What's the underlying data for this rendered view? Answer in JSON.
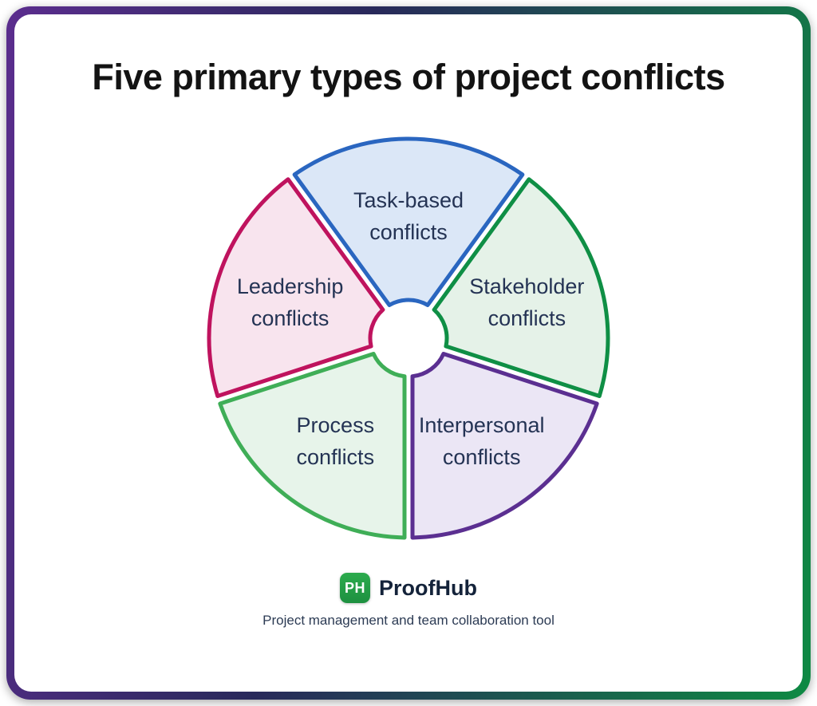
{
  "card": {
    "title": "Five primary types of project conflicts"
  },
  "chart_data": {
    "type": "pie",
    "title": "Five primary types of project conflicts",
    "equal_slices": true,
    "donut_hole": true,
    "label_color": "#243354",
    "segments": [
      {
        "label": "Task-based conflicts",
        "lines": [
          "Task-based",
          "conflicts"
        ],
        "value": 20,
        "mid_angle_deg": 90,
        "fill": "#dbe7f7",
        "stroke": "#2a66c0"
      },
      {
        "label": "Stakeholder conflicts",
        "lines": [
          "Stakeholder",
          "conflicts"
        ],
        "value": 20,
        "mid_angle_deg": 18,
        "fill": "#e5f2e8",
        "stroke": "#0f8f45"
      },
      {
        "label": "Interpersonal conflicts",
        "lines": [
          "Interpersonal",
          "conflicts"
        ],
        "value": 20,
        "mid_angle_deg": 306,
        "fill": "#ebe6f5",
        "stroke": "#5b2f91"
      },
      {
        "label": "Process conflicts",
        "lines": [
          "Process",
          "conflicts"
        ],
        "value": 20,
        "mid_angle_deg": 234,
        "fill": "#e7f4ea",
        "stroke": "#3fae57"
      },
      {
        "label": "Leadership conflicts",
        "lines": [
          "Leadership",
          "conflicts"
        ],
        "value": 20,
        "mid_angle_deg": 162,
        "fill": "#f8e4ee",
        "stroke": "#bf135e"
      }
    ]
  },
  "footer": {
    "logo_text": "PH",
    "brand_name": "ProofHub",
    "tagline": "Project management and team collaboration tool"
  },
  "theme": {
    "border_gradient_start": "#5b2d8e",
    "border_gradient_end": "#0e8a43",
    "logo_green": "#26a247"
  }
}
